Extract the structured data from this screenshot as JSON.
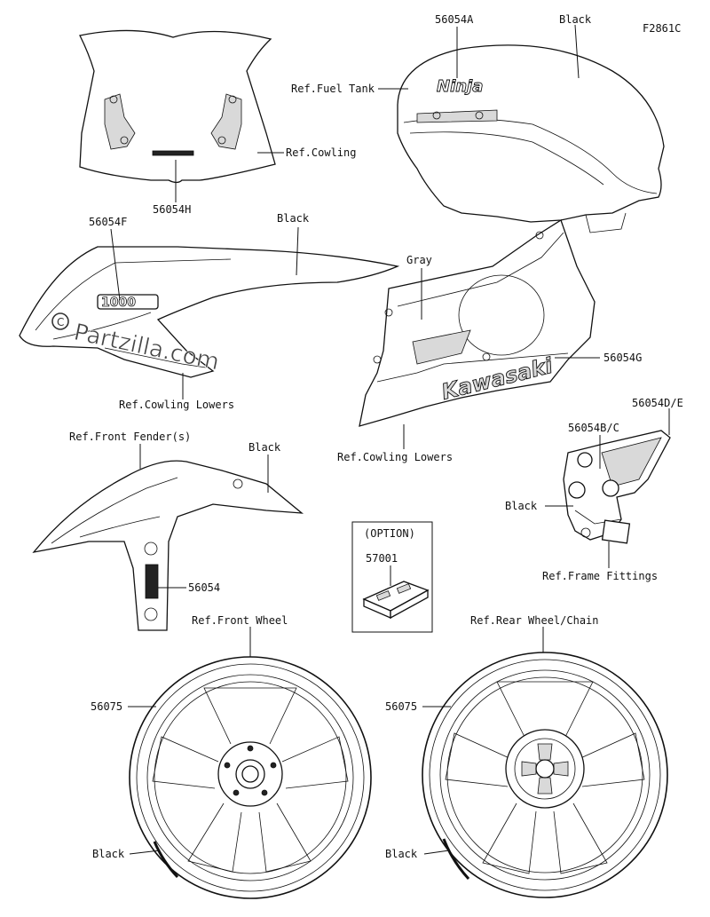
{
  "figure_code": "F2861C",
  "watermark": "Partzilla.com",
  "windscreen": {
    "part_number": "56054H",
    "ref_label": "Ref.Cowling"
  },
  "fuel_tank": {
    "part_number": "56054A",
    "color_label": "Black",
    "ref_label": "Ref.Fuel Tank",
    "logo_text": "Ninja"
  },
  "cowling_left": {
    "part_number": "56054F",
    "color_label": "Black",
    "ref_label": "Ref.Cowling Lowers",
    "badge_text": "1000"
  },
  "cowling_right": {
    "part_number": "56054G",
    "color_label": "Gray",
    "ref_label": "Ref.Cowling Lowers",
    "logo_text": "Kawasaki"
  },
  "front_fender": {
    "part_number": "56054",
    "color_label": "Black",
    "ref_label": "Ref.Front Fender(s)"
  },
  "frame_fittings": {
    "part_number_outer": "56054D/E",
    "part_number_inner": "56054B/C",
    "color_label": "Black",
    "ref_label": "Ref.Frame Fittings"
  },
  "option_box": {
    "header": "(OPTION)",
    "part_number": "57001"
  },
  "front_wheel": {
    "part_number": "56075",
    "color_label": "Black",
    "ref_label": "Ref.Front Wheel"
  },
  "rear_wheel": {
    "part_number": "56075",
    "color_label": "Black",
    "ref_label": "Ref.Rear Wheel/Chain"
  }
}
